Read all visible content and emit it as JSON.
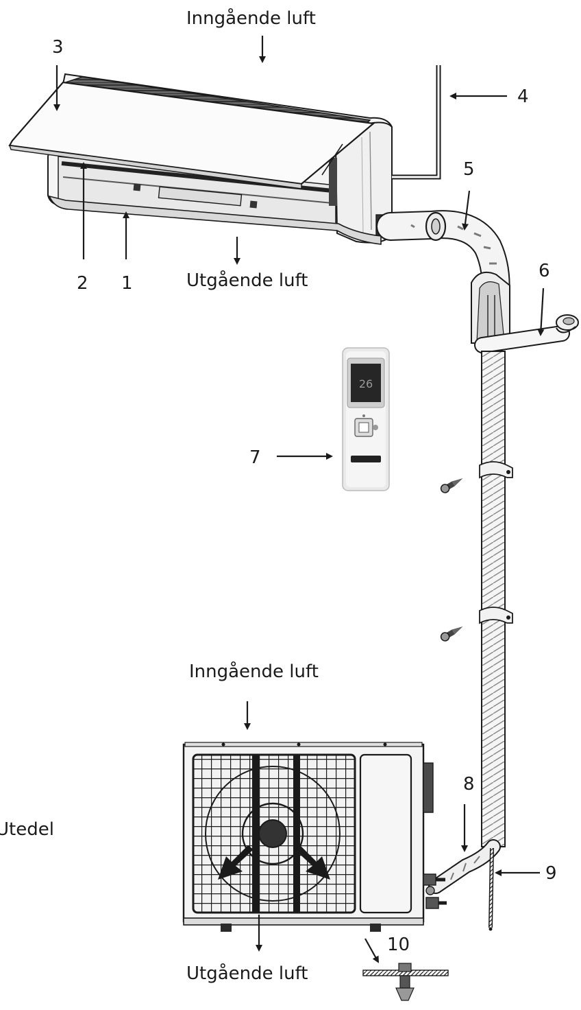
{
  "labels": {
    "intake_top": "Inngående luft",
    "outlet_top": "Utgående luft",
    "intake_bottom": "Inngående luft",
    "outlet_bottom": "Utgående luft",
    "outdoor_unit": "Utedel"
  },
  "callouts": [
    "1",
    "2",
    "3",
    "4",
    "5",
    "6",
    "7",
    "8",
    "9",
    "10"
  ],
  "colors": {
    "line": "#1a1a1a",
    "body": "#f4f4f4",
    "shade": "#cfcfcf",
    "dark": "#3a3a3a"
  }
}
